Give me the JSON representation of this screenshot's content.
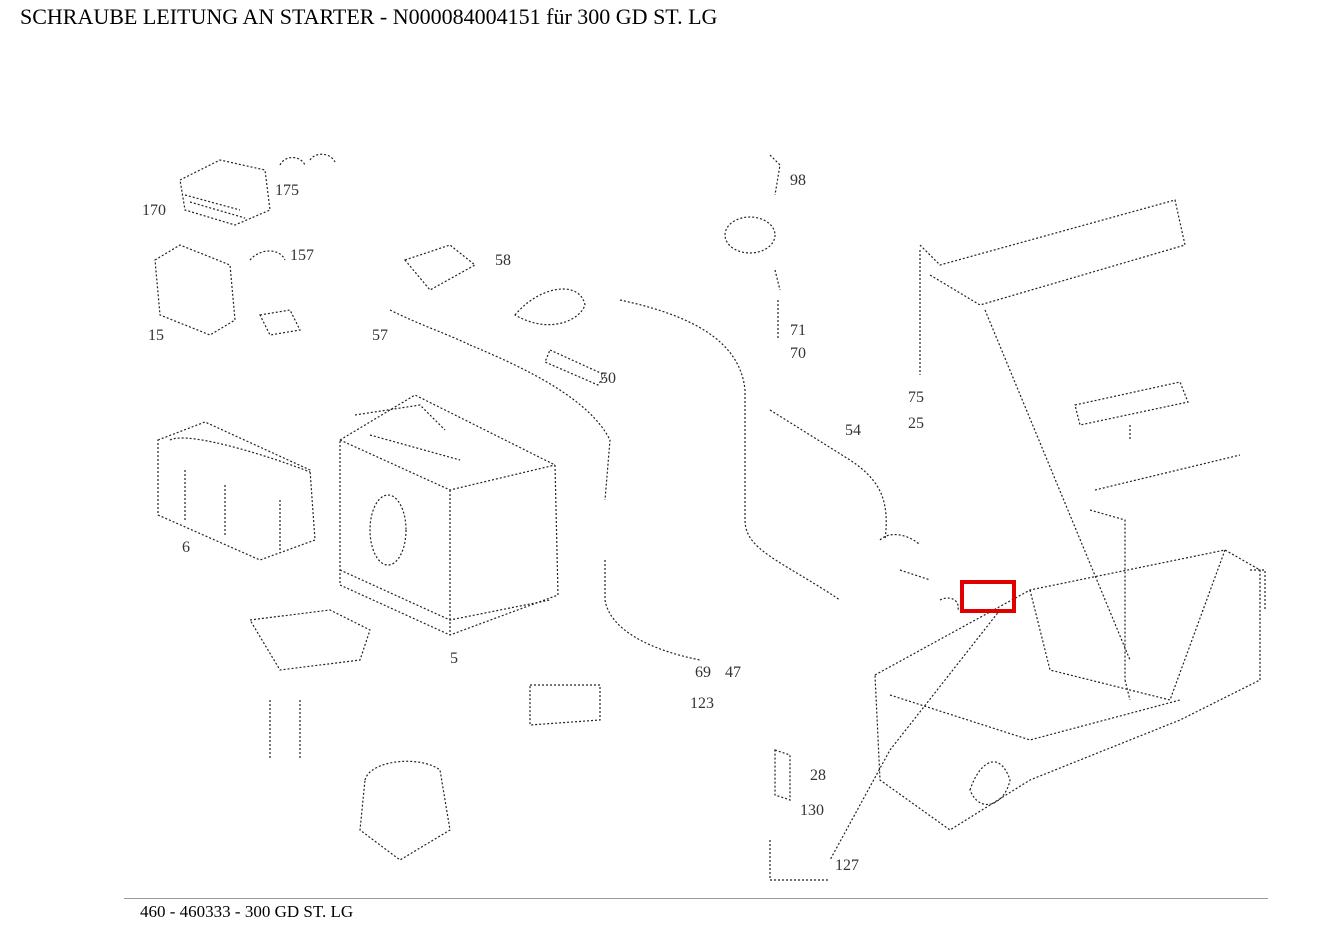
{
  "header": {
    "title": "SCHRAUBE LEITUNG AN STARTER - N000084004151 für 300 GD ST. LG"
  },
  "footer": {
    "model_line": "460 - 460333 - 300 GD ST. LG"
  },
  "diagram": {
    "highlight_color": "#e00000",
    "labels": {
      "l170": "170",
      "l175": "175",
      "l15": "15",
      "l157": "157",
      "l58": "58",
      "l57": "57",
      "l50": "50",
      "l6": "6",
      "l5": "5",
      "l54": "54",
      "l98": "98",
      "l71": "71",
      "l70": "70",
      "l75": "75",
      "l25": "25",
      "l69": "69",
      "l47": "47",
      "l123": "123",
      "l28": "28",
      "l130": "130",
      "l127": "127"
    }
  }
}
